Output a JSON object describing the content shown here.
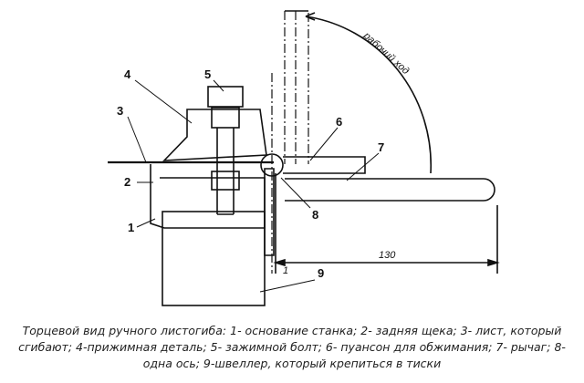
{
  "labels": {
    "p1": "1",
    "p2": "2",
    "p3": "3",
    "p4": "4",
    "p5": "5",
    "p6": "6",
    "p7": "7",
    "p8": "8",
    "p9": "9"
  },
  "dimensions": {
    "length": "130",
    "gap": "1"
  },
  "arc_label": "рабочий ход",
  "caption": "Торцевой вид ручного листогиба: 1- основание станка; 2- задняя щека; 3- лист, который сгибают; 4-прижимная деталь; 5- зажимной болт; 6- пуансон для обжимания; 7- рычаг; 8- одна ось; 9-швеллер, который крепиться в тиски"
}
